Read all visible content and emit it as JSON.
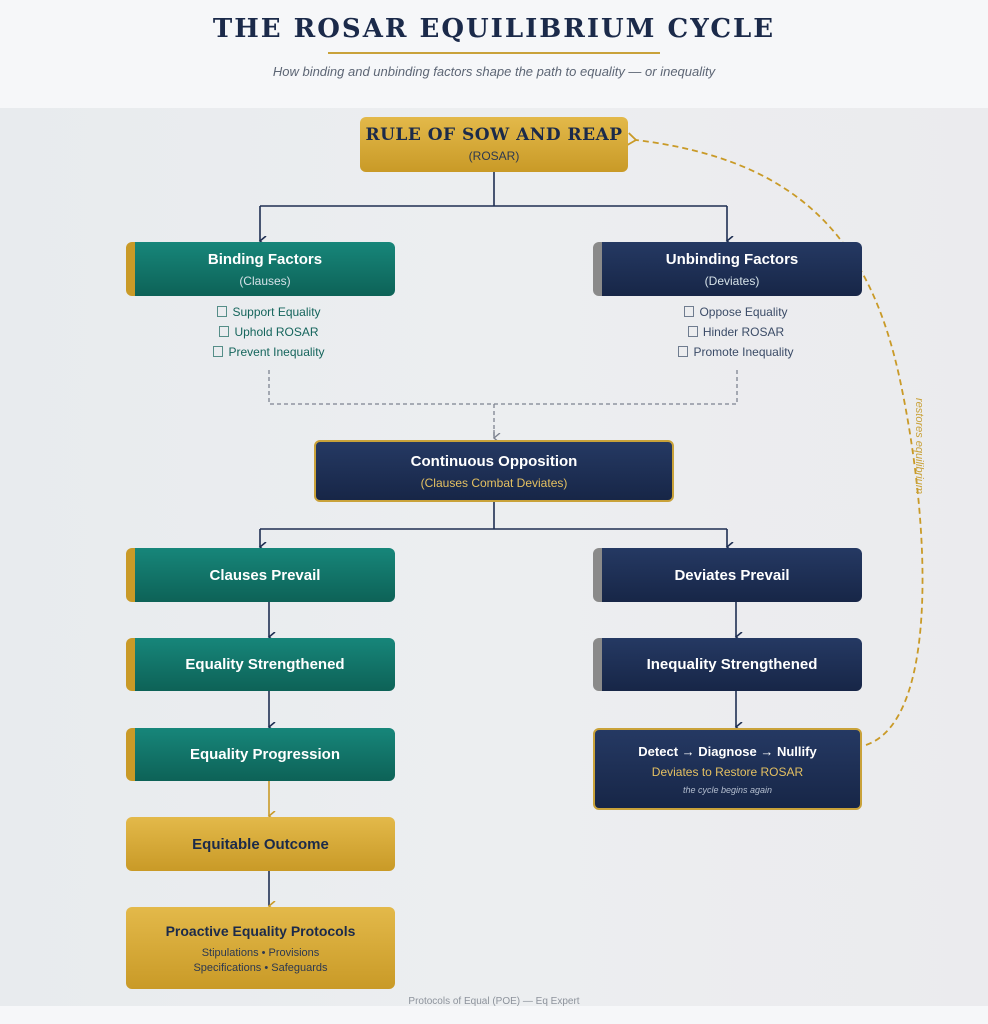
{
  "header": {
    "title": "THE ROSAR EQUILIBRIUM CYCLE",
    "subtitle": "How binding and unbinding factors shape the path to equality — or inequality"
  },
  "root": {
    "title": "RULE OF SOW AND REAP",
    "subtitle": "(ROSAR)"
  },
  "binding": {
    "title": "Binding Factors",
    "subtitle": "(Clauses)",
    "items": [
      "Support Equality",
      "Uphold ROSAR",
      "Prevent Inequality"
    ]
  },
  "unbinding": {
    "title": "Unbinding Factors",
    "subtitle": "(Deviates)",
    "items": [
      "Oppose Equality",
      "Hinder ROSAR",
      "Promote Inequality"
    ]
  },
  "opposition": {
    "title": "Continuous Opposition",
    "subtitle": "(Clauses Combat Deviates)"
  },
  "left_path": {
    "prevail": "Clauses Prevail",
    "strengthened": "Equality Strengthened",
    "progression": "Equality Progression",
    "outcome": "Equitable Outcome",
    "protocols_title": "Proactive Equality Protocols",
    "protocols_line1": "Stipulations • Provisions",
    "protocols_line2": "Specifications • Safeguards"
  },
  "right_path": {
    "prevail": "Deviates Prevail",
    "strengthened": "Inequality Strengthened",
    "detect": "Detect → Diagnose → Nullify",
    "detect_sub": "Deviates to Restore ROSAR",
    "detect_note": "the cycle begins again"
  },
  "cycle_label": "restores equilibrium",
  "footer": "Protocols of Equal (POE) — Eq Expert",
  "colors": {
    "teal": "#0d6257",
    "navy": "#172647",
    "gold": "#c99a27",
    "title": "#1b2a4a"
  }
}
